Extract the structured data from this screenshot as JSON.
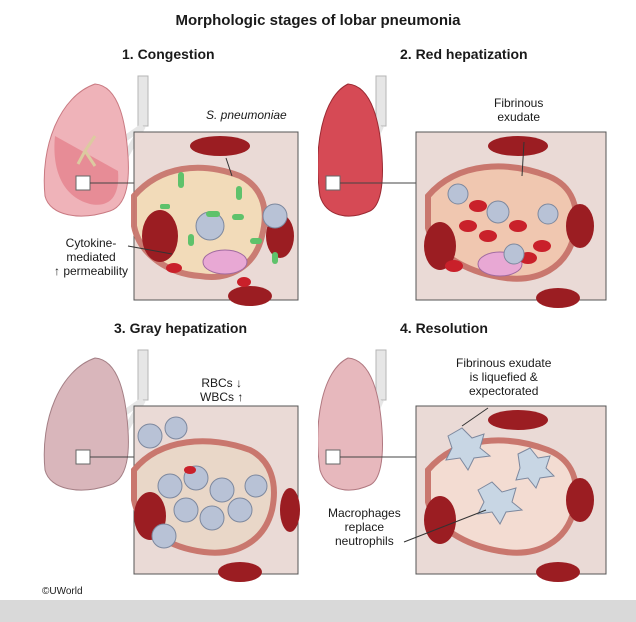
{
  "title": "Morphologic stages of lobar pneumonia",
  "panels": [
    {
      "title": "1. Congestion",
      "labels": [
        "S. pneumoniae",
        "Cytokine-\nmediated\n↑ permeability"
      ]
    },
    {
      "title": "2. Red hepatization",
      "labels": [
        "Fibrinous\nexudate"
      ]
    },
    {
      "title": "3. Gray hepatization",
      "labels": [
        "RBCs ↓\nWBCs ↑"
      ]
    },
    {
      "title": "4. Resolution",
      "labels": [
        "Fibrinous exudate\nis liquefied &\nexpectorated",
        "Macrophages\nreplace\nneutrophils"
      ]
    }
  ],
  "copyright": "©UWorld",
  "colors": {
    "lung": "#e89aa4",
    "lung_dark": "#c2474f",
    "lung_gray": "#c9a3a8",
    "alveolus_wall": "#d98a82",
    "exudate": "#f3dcb8",
    "rbc": "#c9202a",
    "wbc": "#b8c2d6",
    "bacteria": "#5fc26b",
    "capillary": "#9b1d22",
    "background_tissue": "#eadad6"
  }
}
